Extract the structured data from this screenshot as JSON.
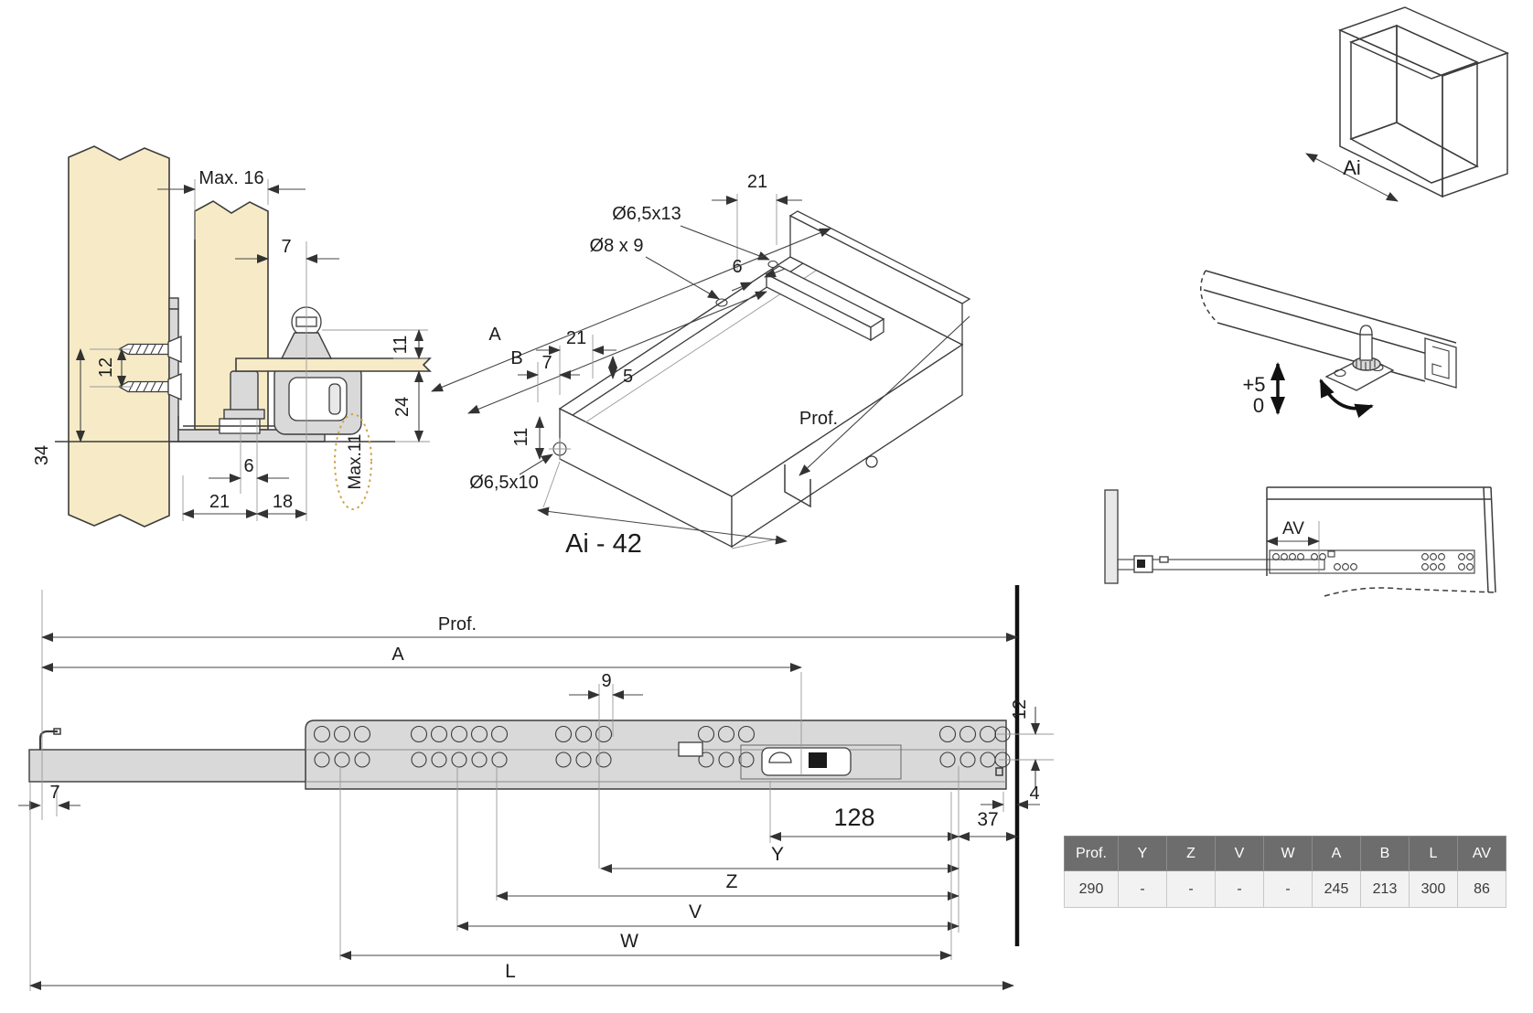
{
  "views": {
    "section": {
      "max16": "Max. 16",
      "d7": "7",
      "d12": "12",
      "d34": "34",
      "d11": "11",
      "d24": "24",
      "d6": "6",
      "d21": "21",
      "d18": "18",
      "max11": "Max.11"
    },
    "drawer": {
      "d21_top": "21",
      "hole_slot": "Ø6,5x13",
      "hole_big": "Ø8 x 9",
      "d6": "6",
      "dA": "A",
      "dB": "B",
      "d21": "21",
      "d7": "7",
      "d5": "5",
      "d11": "11",
      "prof": "Prof.",
      "hole_bottom": "Ø6,5x10",
      "ai42": "Ai - 42"
    },
    "cabinet": {
      "ai": "Ai"
    },
    "bracket": {
      "plus5": "+5",
      "zero": "0"
    },
    "av": {
      "av": "AV"
    },
    "rail": {
      "prof": "Prof.",
      "dA": "A",
      "d9": "9",
      "d7": "7",
      "d12": "12",
      "d4": "4",
      "d128": "128",
      "d37": "37",
      "dY": "Y",
      "dZ": "Z",
      "dV": "V",
      "dW": "W",
      "dL": "L"
    }
  },
  "table": {
    "headers": [
      "Prof.",
      "Y",
      "Z",
      "V",
      "W",
      "A",
      "B",
      "L",
      "AV"
    ],
    "row": [
      "290",
      "-",
      "-",
      "-",
      "-",
      "245",
      "213",
      "300",
      "86"
    ]
  },
  "colors": {
    "wood": "#f6ebc6",
    "metal": "#d9d9d9",
    "line": "#3c3c3c",
    "dashed_ellipse": "#cfa448",
    "table_header_bg": "#6d6d6d",
    "table_row_bg": "#f2f2f2"
  }
}
